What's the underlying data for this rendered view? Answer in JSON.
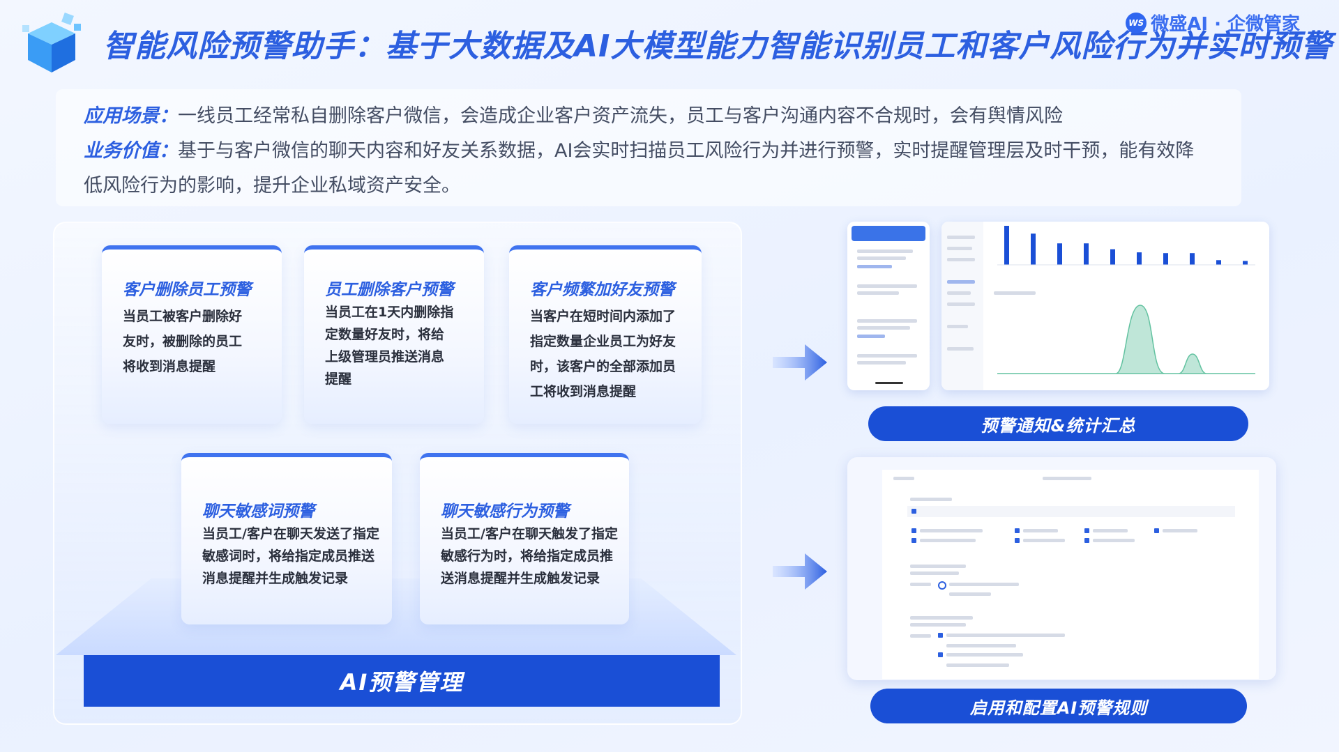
{
  "header": {
    "title": "智能风险预警助手：基于大数据及AI大模型能力智能识别员工和客户风险行为并实时预警",
    "brand_badge": "WS",
    "brand_text": "微盛AI · 企微管家"
  },
  "intro": {
    "scenario_label": "应用场景：",
    "scenario_text": "一线员工经常私自删除客户微信，会造成企业客户资产流失，员工与客户沟通内容不合规时，会有舆情风险",
    "value_label": "业务价值：",
    "value_text_line1": "基于与客户微信的聊天内容和好友关系数据，AI会实时扫描员工风险行为并进行预警，实时提醒管理层及时干预，能有效降",
    "value_text_line2": "低风险行为的影响，提升企业私域资产安全。"
  },
  "cards": [
    {
      "title": "客户删除员工预警",
      "lines": [
        "当员工被客户删除好",
        "友时，被删除的员工",
        "将收到消息提醒"
      ]
    },
    {
      "title": "员工删除客户预警",
      "lines": [
        "当员工在1天内删除指",
        "定数量好友时，将给",
        "上级管理员推送消息",
        "提醒"
      ]
    },
    {
      "title": "客户频繁加好友预警",
      "lines": [
        "当客户在短时间内添加了",
        "指定数量企业员工为好友",
        "时，该客户的全部添加员",
        "工将收到消息提醒"
      ]
    },
    {
      "title": "聊天敏感词预警",
      "lines": [
        "当员工/客户在聊天发送了指定",
        "敏感词时，将给指定成员推送",
        "消息提醒并生成触发记录"
      ]
    },
    {
      "title": "聊天敏感行为预警",
      "lines": [
        "当员工/客户在聊天触发了指定",
        "敏感行为时，将给指定成员推",
        "送消息提醒并生成触发记录"
      ]
    }
  ],
  "management_bar": "AI预警管理",
  "right": {
    "pill_top": "预警通知&统计汇总",
    "pill_bottom": "启用和配置AI预警规则",
    "bar_heights": [
      1.0,
      0.8,
      0.55,
      0.55,
      0.4,
      0.32,
      0.3,
      0.3,
      0.12,
      0.1
    ]
  },
  "colors": {
    "accent": "#2c5fe0",
    "bar": "#1a4fd6"
  }
}
